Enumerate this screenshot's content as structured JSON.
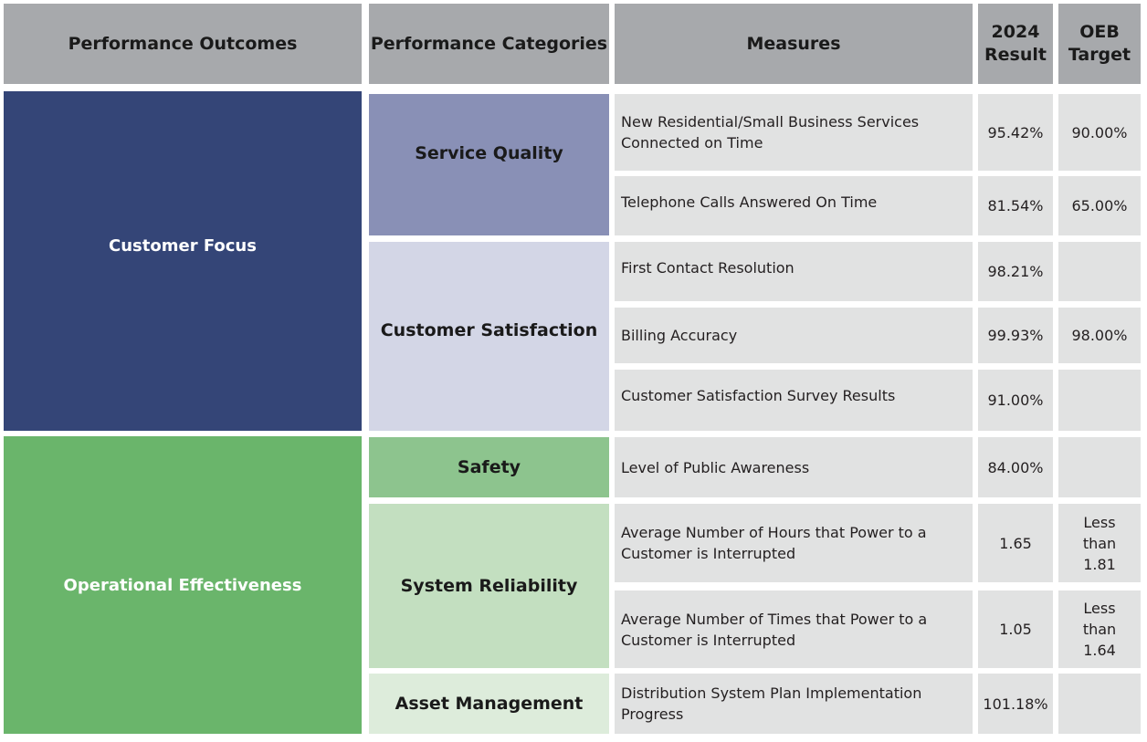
{
  "headers": {
    "outcomes": "Performance Outcomes",
    "categories": "Performance Categories",
    "measures": "Measures",
    "result_line1": "2024",
    "result_line2": "Result",
    "target_line1": "OEB",
    "target_line2": "Target"
  },
  "outcomes": {
    "customer_focus": "Customer Focus",
    "operational_effectiveness": "Operational Effectiveness"
  },
  "categories": {
    "service_quality": "Service Quality",
    "customer_satisfaction": "Customer Satisfaction",
    "safety": "Safety",
    "system_reliability": "System Reliability",
    "asset_management": "Asset Management"
  },
  "rows": [
    {
      "measure": "New Residential/Small Business Services Connected on Time",
      "result": "95.42%",
      "target": "90.00%"
    },
    {
      "measure": "Telephone Calls Answered On Time",
      "result": "81.54%",
      "target": "65.00%"
    },
    {
      "measure": "First Contact Resolution",
      "result": "98.21%",
      "target": ""
    },
    {
      "measure": "Billing Accuracy",
      "result": "99.93%",
      "target": "98.00%"
    },
    {
      "measure": "Customer Satisfaction Survey Results",
      "result": "91.00%",
      "target": ""
    },
    {
      "measure": "Level of Public Awareness",
      "result": "84.00%",
      "target": ""
    },
    {
      "measure": "Average Number of Hours that Power to a Customer is Interrupted",
      "result": "1.65",
      "target": "Less than 1.81"
    },
    {
      "measure": "Average Number of Times that Power to a Customer is Interrupted",
      "result": "1.05",
      "target": "Less than 1.64"
    },
    {
      "measure": "Distribution System Plan Implementation Progress",
      "result": "101.18%",
      "target": ""
    }
  ],
  "colors": {
    "header_bg": "#a7a9ac",
    "customer_focus": "#344577",
    "operational_effectiveness": "#6ab56b",
    "service_quality": "#8990b6",
    "customer_satisfaction": "#d3d6e6",
    "safety": "#8dc48e",
    "system_reliability": "#c3dfc0",
    "asset_management": "#ddecdb",
    "cell_bg": "#e1e2e2"
  }
}
